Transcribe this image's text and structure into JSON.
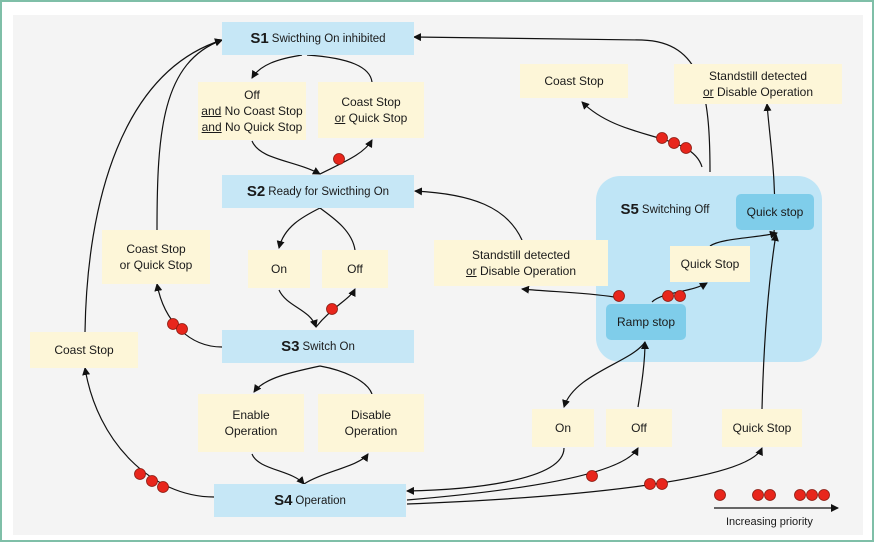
{
  "states": {
    "s1": {
      "id": "S1",
      "label": "Swicthing On inhibited"
    },
    "s2": {
      "id": "S2",
      "label": "Ready for Swicthing On"
    },
    "s3": {
      "id": "S3",
      "label": "Switch On"
    },
    "s4": {
      "id": "S4",
      "label": "Operation"
    },
    "s5": {
      "id": "S5",
      "label": "Switching Off"
    }
  },
  "inner": {
    "ramp_stop": "Ramp stop",
    "quick_stop": "Quick stop"
  },
  "conditions": {
    "off_no_stop": {
      "l1": "Off",
      "l2_u": "and",
      "l2": " No  Coast Stop",
      "l3_u": "and",
      "l3": " No  Quick Stop"
    },
    "coast_or_quick_top": {
      "l1": "Coast Stop",
      "l2_u": "or",
      "l2": " Quick Stop"
    },
    "coast_stop_top_right": "Coast Stop",
    "standstill_top_right": {
      "l1": "Standstill detected",
      "l2_u": "or",
      "l2": " Disable Operation"
    },
    "on_upper": "On",
    "off_upper": "Off",
    "coast_or_quick_left": {
      "l1": "Coast Stop",
      "l2": "or Quick Stop"
    },
    "standstill_mid": {
      "l1": "Standstill detected",
      "l2_u": "or",
      "l2": " Disable Operation"
    },
    "quick_stop_mid": "Quick Stop",
    "coast_stop_left": "Coast Stop",
    "enable_op": {
      "l1": "Enable",
      "l2": "Operation"
    },
    "disable_op": {
      "l1": "Disable",
      "l2": "Operation"
    },
    "on_lower": "On",
    "off_lower": "Off",
    "quick_stop_lower": "Quick Stop"
  },
  "legend": {
    "label": "Increasing priority"
  },
  "colors": {
    "state": "#c6e7f6",
    "condition": "#fdf6d8",
    "switching_off_area": "#bfe5f6",
    "inner_state": "#7fcdea",
    "priority_dot": "#e8261c"
  }
}
